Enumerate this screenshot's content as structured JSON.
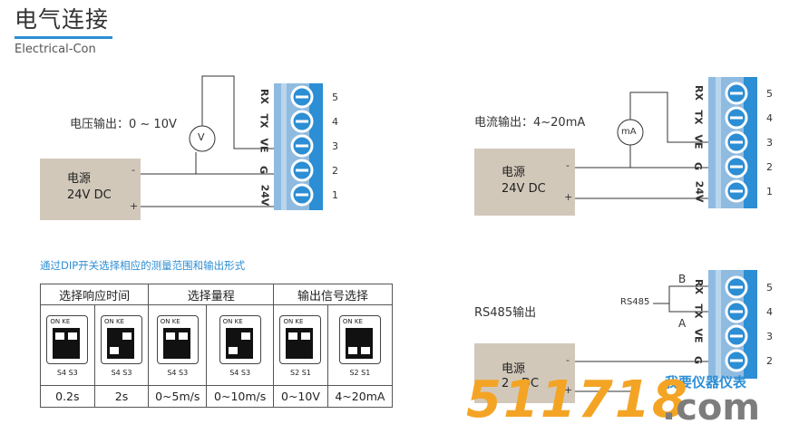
{
  "header": {
    "title": "电气连接",
    "subtitle": "Electrical-Con"
  },
  "colors": {
    "accent": "#2c8ed4",
    "psu": "#d2c8ba",
    "connector": "#8fbbe0",
    "connector_dark": "#2c8ed4",
    "watermark_orange": "#f4a425",
    "watermark_gray": "#7d7d7d"
  },
  "voltage": {
    "label": "电压输出：0 ~ 10V",
    "meter": "V",
    "psu_line1": "电源",
    "psu_line2": "24V DC",
    "minus": "-",
    "plus": "+",
    "pins": [
      "RX",
      "TX",
      "VE",
      "G",
      "24V"
    ],
    "numbers": [
      "5",
      "4",
      "3",
      "2",
      "1"
    ]
  },
  "current": {
    "label": "电流输出：4~20mA",
    "meter": "mA",
    "psu_line1": "电源",
    "psu_line2": "24V DC",
    "minus": "-",
    "plus": "+",
    "pins": [
      "RX",
      "TX",
      "VE",
      "G",
      "24V"
    ],
    "numbers": [
      "5",
      "4",
      "3",
      "2",
      "1"
    ]
  },
  "rs485": {
    "label": "RS485输出",
    "bus": "RS485",
    "a": "A",
    "b": "B",
    "psu_line1": "电源",
    "psu_line2": "2",
    "psu_line2b": "DC",
    "minus": "-",
    "plus": "+",
    "pins": [
      "RX",
      "TX",
      "VE",
      "G"
    ],
    "numbers": [
      "5",
      "4",
      "3",
      "2"
    ]
  },
  "dip": {
    "note": "通过DIP开关选择相应的测量范围和输出形式",
    "headers": [
      "选择响应时间",
      "选择量程",
      "输出信号选择"
    ],
    "switches": [
      {
        "on": "ON KE",
        "labels": "S4  S3",
        "knobs": [
          "top",
          "top"
        ]
      },
      {
        "on": "ON KE",
        "labels": "S4  S3",
        "knobs": [
          "bottom",
          "top"
        ]
      },
      {
        "on": "ON KE",
        "labels": "S4  S3",
        "knobs": [
          "top",
          "top"
        ]
      },
      {
        "on": "ON KE",
        "labels": "S4  S3",
        "knobs": [
          "bottom",
          "top"
        ]
      },
      {
        "on": "ON KE",
        "labels": "S2  S1",
        "knobs": [
          "top",
          "top"
        ]
      },
      {
        "on": "ON KE",
        "labels": "S2  S1",
        "knobs": [
          "bottom",
          "bottom"
        ]
      }
    ],
    "values": [
      "0.2s",
      "2s",
      "0~5m/s",
      "0~10m/s",
      "0~10V",
      "4~20mA"
    ]
  },
  "watermark": {
    "number": "511718",
    "suffix": ".com",
    "tag": "我要仪器仪表"
  }
}
